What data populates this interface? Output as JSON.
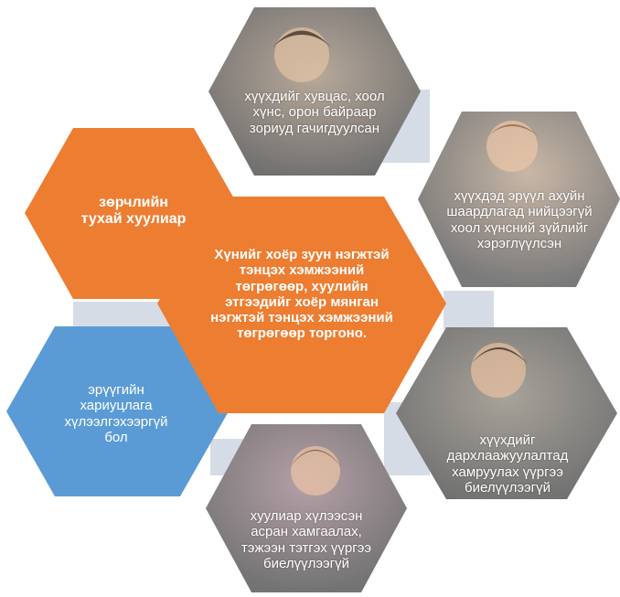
{
  "center": {
    "text": "Хүнийг хоёр зуун нэгжтэй тэнцэх хэмжээний төгрөгөөр, хуулийн этгээдийг хоёр мянган нэгжтэй тэнцэх хэмжээний төгрөгөөр торгоно."
  },
  "left_top": {
    "text": "зөрчлийн тухай хуулиар"
  },
  "left_bottom": {
    "text": "эрүүгийн хариуцлага хүлээлгэхээргүй бол"
  },
  "photos": [
    {
      "text": "хүүхдийг хувцас, хоол хүнс, орон байраар зориуд гачигдуулсан"
    },
    {
      "text": "хүүхдэд эрүүл ахуйн шаардлагад нийцээгүй хоол хүнсний зүйлийг хэрэглүүлсэн"
    },
    {
      "text": "хүүхдийг дархлаажуулалтад хамруулах үүргээ биелүүлээгүй"
    },
    {
      "text": "хуулиар хүлээсэн асран хамгаалах, тэжээн тэтгэх үүргээ биелүүлээгүй"
    }
  ],
  "colors": {
    "center": "#ED7D31",
    "left_top": "#ED7D31",
    "left_bottom": "#5B9BD5",
    "connector": "#D6DCE5",
    "photo_tint": "#8C8C8C"
  }
}
